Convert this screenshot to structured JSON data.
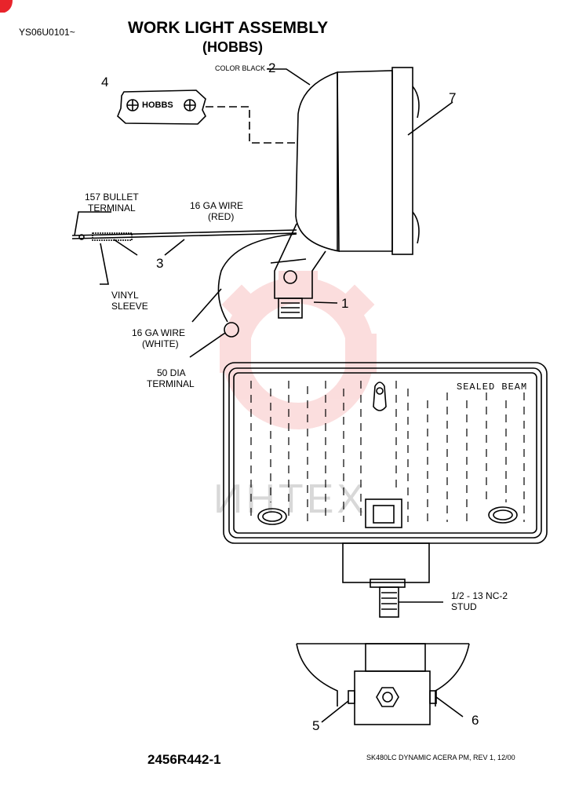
{
  "header": {
    "code": "YS06U0101~",
    "title": "WORK LIGHT ASSEMBLY",
    "subtitle": "(HOBBS)"
  },
  "labels": {
    "color_black": "COLOR BLACK -",
    "bullet_terminal_1": "157 BULLET",
    "bullet_terminal_2": "TERMINAL",
    "wire_red_1": "16 GA WIRE",
    "wire_red_2": "(RED)",
    "vinyl_1": "VINYL",
    "vinyl_2": "SLEEVE",
    "wire_white_1": "16 GA WIRE",
    "wire_white_2": "(WHITE)",
    "dia_terminal_1": "50 DIA",
    "dia_terminal_2": "TERMINAL",
    "sealed_beam": "SEALED BEAM",
    "stud_1": "1/2 - 13 NC-2",
    "stud_2": "STUD",
    "hobbs": "HOBBS"
  },
  "callouts": {
    "c1": "1",
    "c2": "2",
    "c3": "3",
    "c4": "4",
    "c5": "5",
    "c6": "6",
    "c7": "7"
  },
  "footer": {
    "part_number": "2456R442-1",
    "reference": "SK480LC DYNAMIC ACERA PM, REV 1, 12/00"
  },
  "watermark": "ИНТЕХ"
}
